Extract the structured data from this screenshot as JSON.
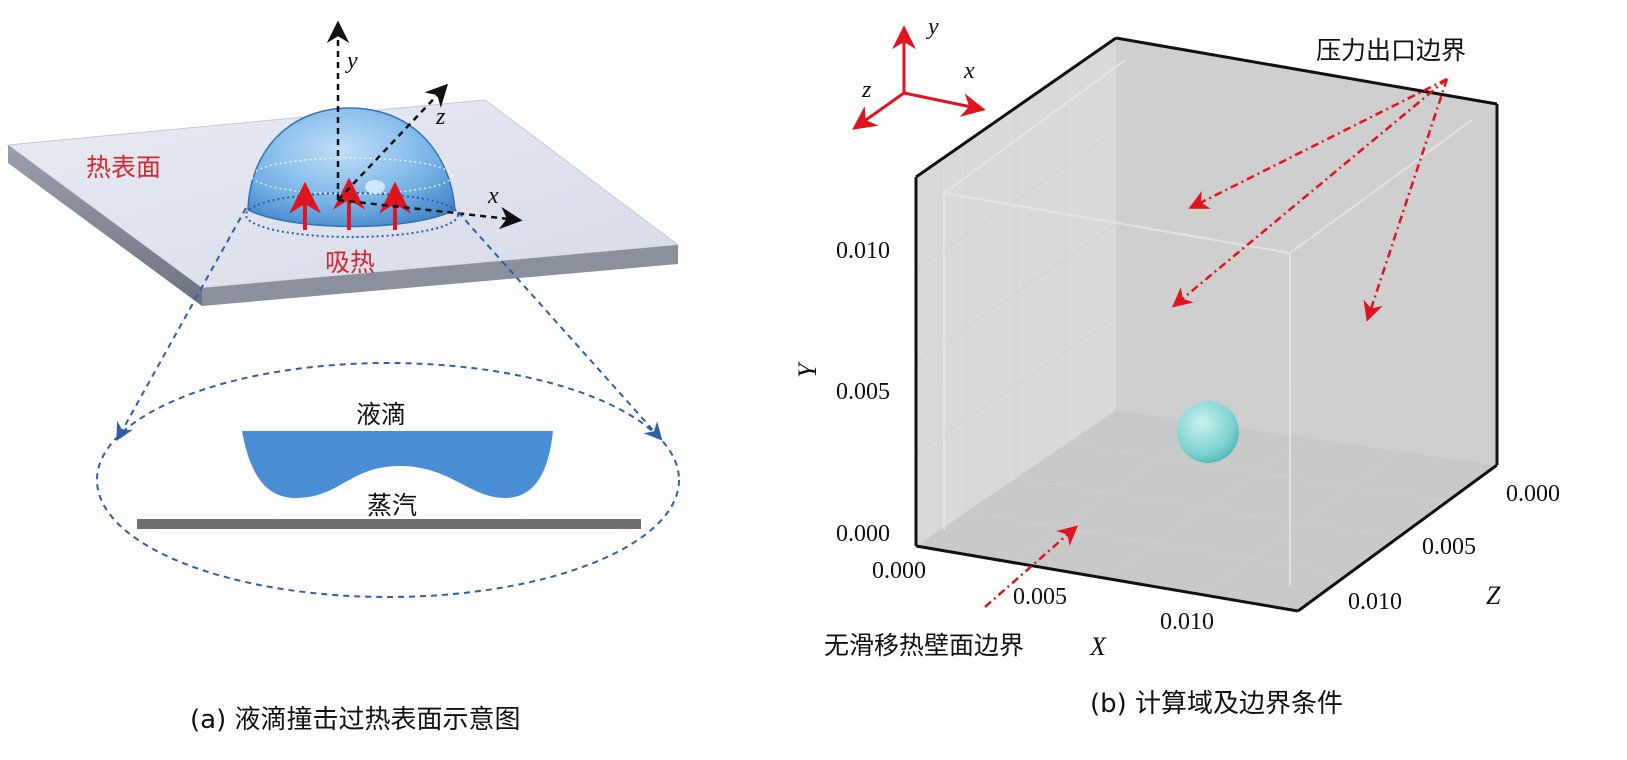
{
  "panel_a": {
    "caption": "(a) 液滴撞击过热表面示意图",
    "surface_label": "热表面",
    "heat_label": "吸热",
    "droplet_label": "液滴",
    "vapor_label": "蒸汽",
    "axis_x": "x",
    "axis_y": "y",
    "axis_z": "z"
  },
  "panel_b": {
    "caption": "(b) 计算域及边界条件",
    "pressure_outlet_label": "压力出口边界",
    "wall_label": "无滑移热壁面边界",
    "triad": {
      "x": "x",
      "y": "y",
      "z": "z"
    },
    "axis_X": "X",
    "axis_Y": "Y",
    "axis_Z": "Z",
    "y_ticks": [
      "0.000",
      "0.005",
      "0.010"
    ],
    "x_ticks": [
      "0.000",
      "0.005",
      "0.010"
    ],
    "z_ticks": [
      "0.000",
      "0.005",
      "0.010"
    ]
  },
  "colors": {
    "arrow_red": "#e0141e",
    "label_red": "#d9252b",
    "droplet_blue": "#4a8fd6",
    "dashed_blue": "#2e5fa8",
    "sphere_cyan": "#7fd8d6",
    "box_gray": "#9a9a9a"
  }
}
